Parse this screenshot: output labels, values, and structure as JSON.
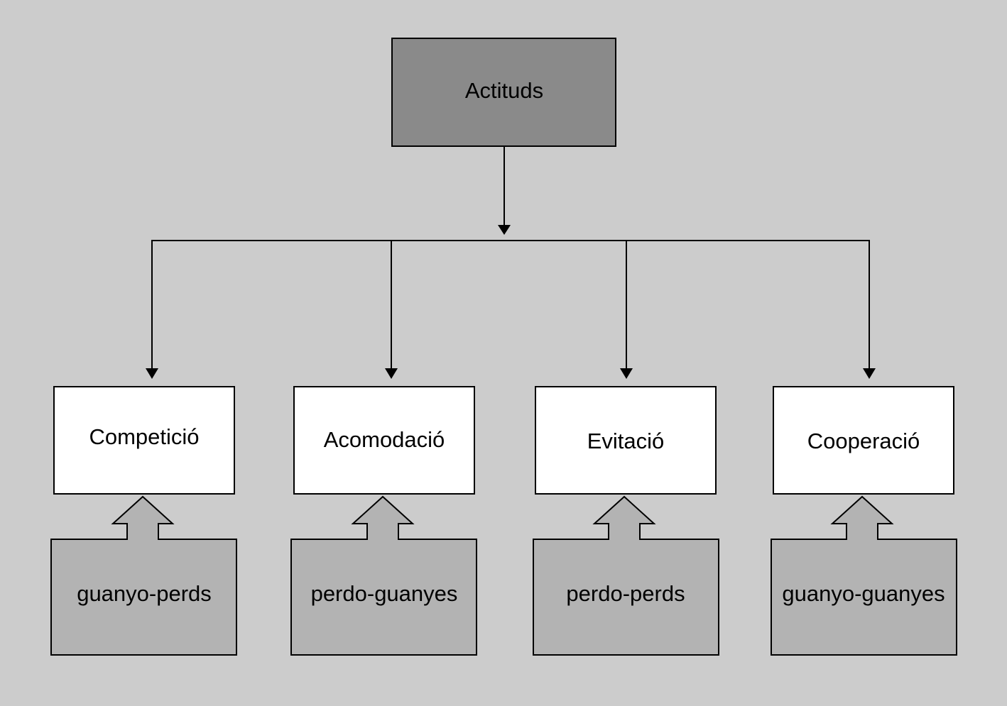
{
  "colors": {
    "background": "#cccccc",
    "root_fill": "#8a8a8a",
    "attitude_fill": "#ffffff",
    "outcome_fill": "#b3b3b3",
    "stroke": "#000000"
  },
  "root": {
    "label": "Actituds"
  },
  "attitudes": [
    {
      "label": "Competició",
      "outcome": "guanyo-perds"
    },
    {
      "label": "Acomodació",
      "outcome": "perdo-guanyes"
    },
    {
      "label": "Evitació",
      "outcome": "perdo-perds"
    },
    {
      "label": "Cooperació",
      "outcome": "guanyo-guanyes"
    }
  ]
}
